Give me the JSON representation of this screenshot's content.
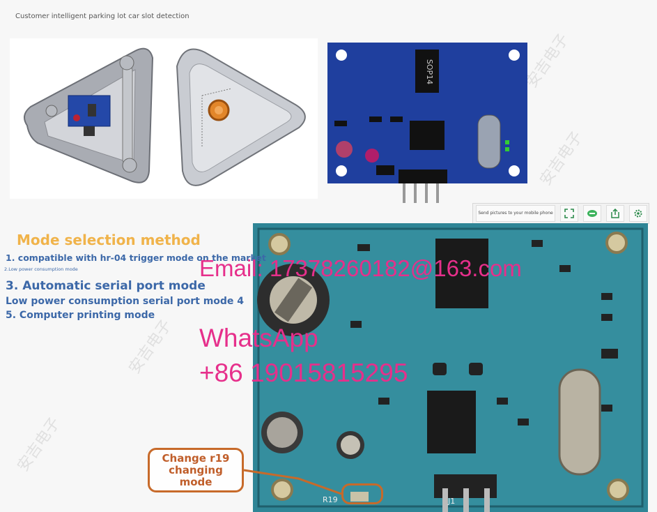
{
  "header": {
    "title": "Customer intelligent parking lot car slot detection"
  },
  "pcb_top": {
    "chip_label": "SOP14"
  },
  "toolbar": {
    "send_label": "Send pictures to your mobile phone",
    "buttons": [
      "expand-icon",
      "image-search-icon",
      "share-icon",
      "settings-icon"
    ]
  },
  "modes": {
    "title": "Mode selection method",
    "item1": "1. compatible with hr-04 trigger mode on the market",
    "item2": "2.Low power consumption mode",
    "item3": "3. Automatic serial port mode",
    "item4": "Low power consumption serial port mode 4",
    "item5": "5. Computer printing mode"
  },
  "contact": {
    "email": "Email: 17378260182@163.com",
    "whatsapp": "WhatsApp",
    "phone": "+86 19015815295"
  },
  "callout": {
    "text": "Change r19\nchanging\nmode",
    "r19_label": "R19",
    "j1_label": "J1"
  },
  "watermark": {
    "text": "安吉电子"
  },
  "colors": {
    "accent": "#f0b34a",
    "mode_text": "#3c68a8",
    "contact_pink": "#e62f8b",
    "callout": "#c76a2a",
    "pcb_blue": "#1f3f9e"
  }
}
